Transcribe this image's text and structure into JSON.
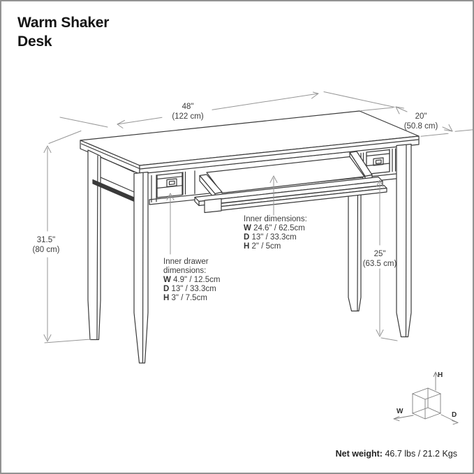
{
  "title": {
    "line1": "Warm Shaker",
    "line2": "Desk"
  },
  "dimensions": {
    "width": {
      "in": "48\"",
      "cm": "(122 cm)"
    },
    "depth": {
      "in": "20\"",
      "cm": "(50.8 cm)"
    },
    "height": {
      "in": "31.5\"",
      "cm": "(80 cm)"
    },
    "leg_height": {
      "in": "25\"",
      "cm": "(63.5 cm)"
    }
  },
  "inner_dimensions": {
    "heading": "Inner dimensions:",
    "rows": [
      {
        "axis": "W",
        "value": "24.6\" / 62.5cm"
      },
      {
        "axis": "D",
        "value": "13\" / 33.3cm"
      },
      {
        "axis": "H",
        "value": "2\" / 5cm"
      }
    ]
  },
  "inner_drawer_dimensions": {
    "heading_line1": "Inner drawer",
    "heading_line2": "dimensions:",
    "rows": [
      {
        "axis": "W",
        "value": "4.9\" / 12.5cm"
      },
      {
        "axis": "D",
        "value": "13\" / 33.3cm"
      },
      {
        "axis": "H",
        "value": "3\" / 7.5cm"
      }
    ]
  },
  "axis_cube": {
    "w": "W",
    "d": "D",
    "h": "H"
  },
  "net_weight": {
    "label": "Net weight:",
    "value": "46.7 lbs / 21.2 Kgs"
  },
  "colors": {
    "desk_line": "#3a3a3a",
    "dim_line": "#969696",
    "text": "#3d3d3d"
  }
}
